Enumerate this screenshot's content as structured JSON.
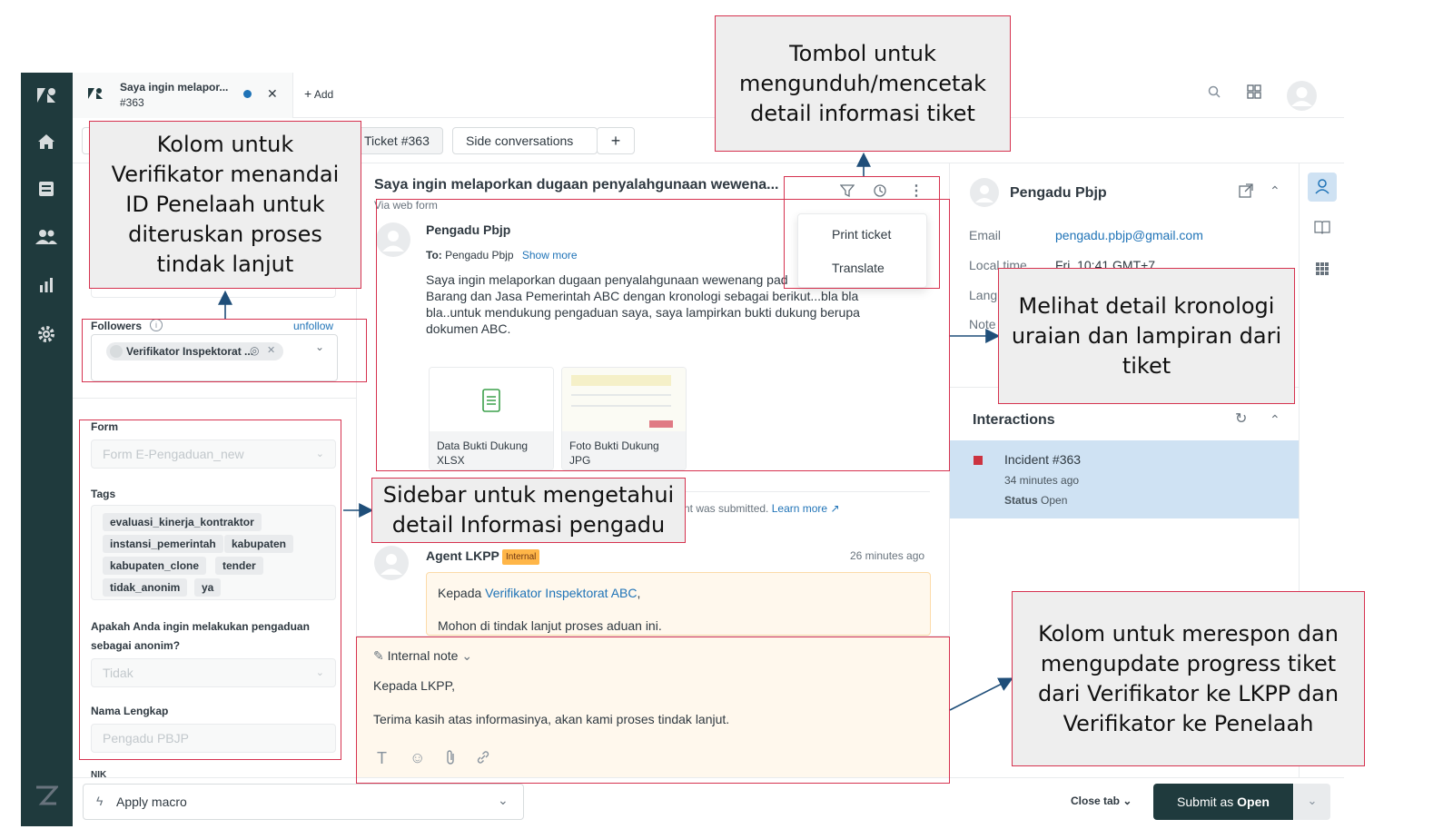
{
  "tab": {
    "title": "Saya ingin melapor...",
    "sub": "#363",
    "add_label": "Add"
  },
  "subtabs": {
    "ticket": "Ticket #363",
    "side": "Side conversations",
    "plus": "+"
  },
  "left": {
    "followers_label": "Followers",
    "unfollow": "unfollow",
    "follower_chip": "Verifikator Inspektorat ...",
    "form_label": "Form",
    "form_value": "Form E-Pengaduan_new",
    "tags_label": "Tags",
    "tags": [
      "evaluasi_kinerja_kontraktor",
      "instansi_pemerintah",
      "kabupaten",
      "kabupaten_clone",
      "tender",
      "tidak_anonim",
      "ya"
    ],
    "anon_question": "Apakah Anda ingin melakukan pengaduan sebagai anonim?",
    "anon_value": "Tidak",
    "name_label": "Nama Lengkap",
    "name_value": "Pengadu PBJP",
    "nik_label": "NIK"
  },
  "convo": {
    "subject": "Saya ingin melaporkan dugaan penyalahgunaan wewena...",
    "via": "Via web form",
    "message_author": "Pengadu Pbjp",
    "to_label": "To:",
    "to_value": "Pengadu Pbjp",
    "show_more": "Show more",
    "body_line1": "Saya ingin melaporkan dugaan penyalahgunaan wewenang pad",
    "body_line2": "Barang dan Jasa Pemerintah ABC dengan kronologi sebagai berikut...bla bla",
    "body_line3": "bla..untuk mendukung pengaduan saya, saya lampirkan bukti dukung berupa",
    "body_line4": "dokumen ABC.",
    "attachments": [
      {
        "name": "Data Bukti Dukung",
        "type": "XLSX"
      },
      {
        "name": "Foto Bukti Dukung",
        "type": "JPG"
      }
    ],
    "submitted_note": "nt was submitted.",
    "learn_more": "Learn more",
    "agent_author": "Agent LKPP",
    "internal_badge": "Internal",
    "agent_time": "26 minutes ago",
    "agent_greeting": "Kepada",
    "agent_link": "Verifikator Inspektorat ABC",
    "agent_comma": ",",
    "agent_body": "Mohon di tindak lanjut proses aduan ini."
  },
  "menu": {
    "print": "Print ticket",
    "translate": "Translate"
  },
  "right": {
    "requester": "Pengadu Pbjp",
    "email_label": "Email",
    "email_value": "pengadu.pbjp@gmail.com",
    "localtime_label": "Local time",
    "localtime_value": "Fri, 10:41 GMT+7",
    "lang_label": "Lang",
    "notes_label": "Note",
    "interactions_label": "Interactions",
    "incident_title": "Incident #363",
    "incident_time": "34 minutes ago",
    "status_label": "Status",
    "status_value": "Open"
  },
  "composer": {
    "mode": "Internal note",
    "line1": "Kepada LKPP,",
    "line2": "Terima kasih atas informasinya, akan kami proses tindak lanjut."
  },
  "bottom": {
    "apply_macro": "Apply macro",
    "close_tab": "Close tab",
    "submit_prefix": "Submit as",
    "submit_status": "Open"
  },
  "callouts": {
    "followers": "Kolom untuk Verifikator menandai ID Penelaah untuk diteruskan proses tindak lanjut",
    "print": "Tombol untuk mengunduh/mencetak detail informasi tiket",
    "details": "Melihat detail kronologi uraian dan lampiran dari tiket",
    "sidebar": "Sidebar untuk mengetahui detail Informasi pengadu",
    "composer": "Kolom untuk merespon dan mengupdate progress tiket dari Verifikator ke LKPP dan Verifikator ke Penelaah"
  },
  "colors": {
    "rail": "#1f3a3d",
    "accent": "#1f73b7",
    "annotation": "#d6324f",
    "internal": "#fff8ed",
    "incident": "#cc3340",
    "submit": "#1f3a3d"
  }
}
